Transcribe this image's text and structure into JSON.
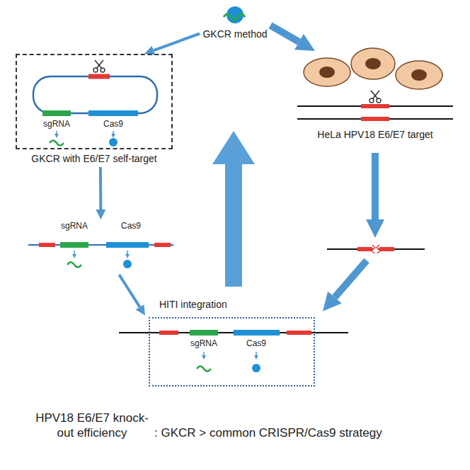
{
  "diagram": {
    "nodes": [
      {
        "text": [
          "GKCR method"
        ]
      },
      {
        "text": [
          "sgRNA",
          "Cas9",
          "GKCR with E6/E7 self-target"
        ]
      },
      {
        "text": [
          "HeLa HPV18 E6/E7 target"
        ]
      },
      {
        "text": [
          "sgRNA",
          "Cas9"
        ]
      },
      {
        "text": [
          "HITI integration",
          "sgRNA",
          "Cas9"
        ]
      }
    ],
    "edges": [
      {
        "from": 0,
        "to": 1,
        "arrow": "to"
      },
      {
        "from": 0,
        "to": 2,
        "arrow": "to"
      },
      {
        "from": 1,
        "to": 3,
        "arrow": "to"
      },
      {
        "from": 3,
        "to": 4,
        "arrow": "to"
      }
    ],
    "labels": [
      "HPV18 E6/E7 knock-out efficiency",
      ": GKCR > common CRISPR/Cas9 strategy"
    ]
  }
}
